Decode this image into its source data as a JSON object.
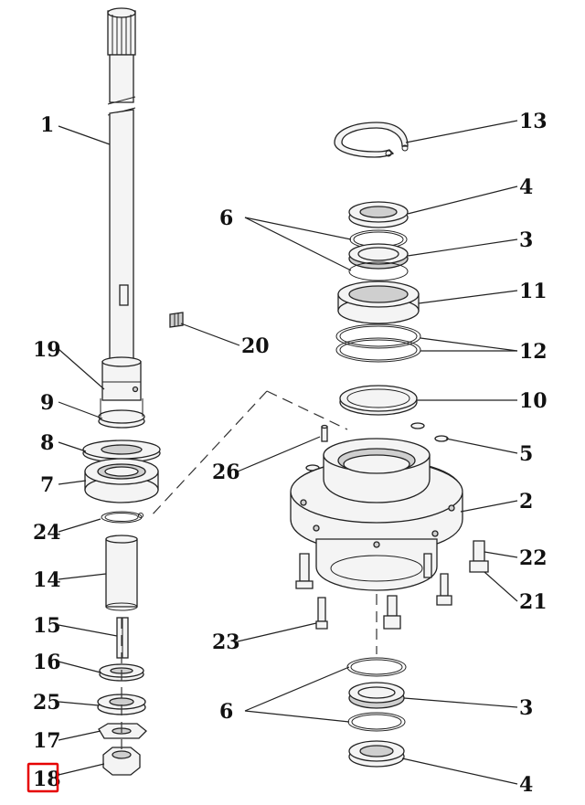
{
  "highlight_color": "#e60000",
  "highlighted_label": "18",
  "callouts": [
    {
      "id": "c1",
      "text": "1"
    },
    {
      "id": "c13",
      "text": "13"
    },
    {
      "id": "c4a",
      "text": "4"
    },
    {
      "id": "c6a",
      "text": "6"
    },
    {
      "id": "c3a",
      "text": "3"
    },
    {
      "id": "c11",
      "text": "11"
    },
    {
      "id": "c20",
      "text": "20"
    },
    {
      "id": "c19",
      "text": "19"
    },
    {
      "id": "c12",
      "text": "12"
    },
    {
      "id": "c9",
      "text": "9"
    },
    {
      "id": "c10",
      "text": "10"
    },
    {
      "id": "c8",
      "text": "8"
    },
    {
      "id": "c5",
      "text": "5"
    },
    {
      "id": "c26",
      "text": "26"
    },
    {
      "id": "c7",
      "text": "7"
    },
    {
      "id": "c2",
      "text": "2"
    },
    {
      "id": "c24",
      "text": "24"
    },
    {
      "id": "c22",
      "text": "22"
    },
    {
      "id": "c14",
      "text": "14"
    },
    {
      "id": "c21",
      "text": "21"
    },
    {
      "id": "c15",
      "text": "15"
    },
    {
      "id": "c23",
      "text": "23"
    },
    {
      "id": "c16",
      "text": "16"
    },
    {
      "id": "c25",
      "text": "25"
    },
    {
      "id": "c6b",
      "text": "6"
    },
    {
      "id": "c3b",
      "text": "3"
    },
    {
      "id": "c17",
      "text": "17"
    },
    {
      "id": "c18",
      "text": "18"
    },
    {
      "id": "c4b",
      "text": "4"
    }
  ]
}
